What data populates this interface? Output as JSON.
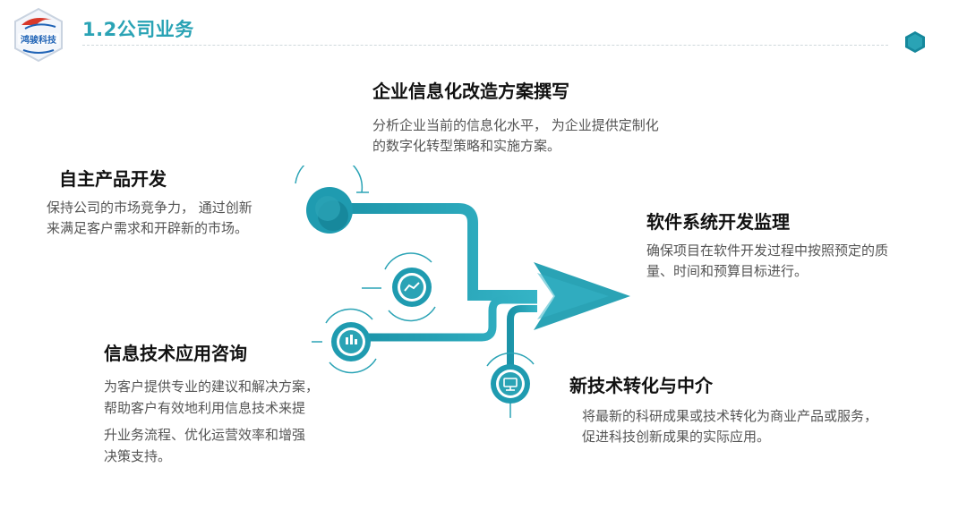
{
  "header": {
    "logo_text": "鸿骏科技",
    "title": "1.2公司业务"
  },
  "colors": {
    "accent": "#2aa3b5",
    "deep": "#16889c",
    "heading": "#111111",
    "body": "#555555"
  },
  "services": [
    {
      "id": "info-transform",
      "title": "企业信息化改造方案撰写",
      "lines": [
        "分析企业当前的信息化水平， 为企业提供定制化",
        "的数字化转型策略和实施方案。"
      ]
    },
    {
      "id": "own-product",
      "title": "自主产品开发",
      "lines": [
        "保持公司的市场竞争力， 通过创新",
        "来满足客户需求和开辟新的市场。"
      ]
    },
    {
      "id": "supervision",
      "title": "软件系统开发监理",
      "lines": [
        "确保项目在软件开发过程中按照预定的质",
        "量、时间和预算目标进行。"
      ]
    },
    {
      "id": "it-consult",
      "title": "信息技术应用咨询",
      "lines": [
        "为客户提供专业的建议和解决方案，",
        "帮助客户有效地利用信息技术来提",
        "升业务流程、优化运营效率和增强",
        "决策支持。"
      ]
    },
    {
      "id": "tech-transfer",
      "title": "新技术转化与中介",
      "lines": [
        "将最新的科研成果或技术转化为商业产品或服务，",
        "促进科技创新成果的实际应用。"
      ]
    }
  ],
  "icons": [
    "circle-icon",
    "handshake-icon",
    "chart-icon",
    "monitor-icon"
  ]
}
